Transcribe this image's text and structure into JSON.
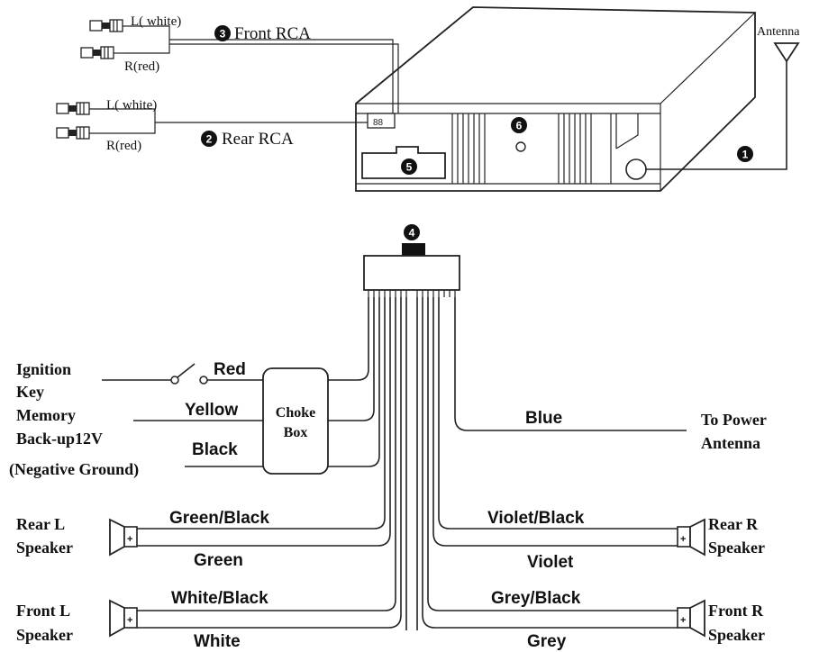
{
  "rca": {
    "front": {
      "num": "3",
      "label": "Front RCA",
      "left": "L( white)",
      "right": "R(red)"
    },
    "rear": {
      "num": "2",
      "label": "Rear RCA",
      "left": "L( white)",
      "right": "R(red)"
    }
  },
  "unit": {
    "antenna_label": "Antenna",
    "num_antenna": "1",
    "num_fuse": "6",
    "num_slot": "5",
    "rca_jack_text": "88"
  },
  "harness": {
    "num": "4"
  },
  "choke": {
    "line1": "Choke",
    "line2": "Box"
  },
  "left_inputs": {
    "ignition_l1": "Ignition",
    "ignition_l2": "Key",
    "memory_l1": "Memory",
    "memory_l2": "Back-up12V",
    "ground": "(Negative Ground)"
  },
  "wires": {
    "red": "Red",
    "yellow": "Yellow",
    "black": "Black",
    "blue": "Blue",
    "green_black": "Green/Black",
    "green": "Green",
    "white_black": "White/Black",
    "white": "White",
    "violet_black": "Violet/Black",
    "violet": "Violet",
    "grey_black": "Grey/Black",
    "grey": "Grey"
  },
  "power_antenna": {
    "l1": "To Power",
    "l2": "Antenna"
  },
  "speakers": {
    "rear_l": {
      "l1": "Rear L",
      "l2": "Speaker"
    },
    "front_l": {
      "l1": "Front L",
      "l2": "Speaker"
    },
    "rear_r": {
      "l1": "Rear R",
      "l2": "Speaker"
    },
    "front_r": {
      "l1": "Front R",
      "l2": "Speaker"
    }
  }
}
